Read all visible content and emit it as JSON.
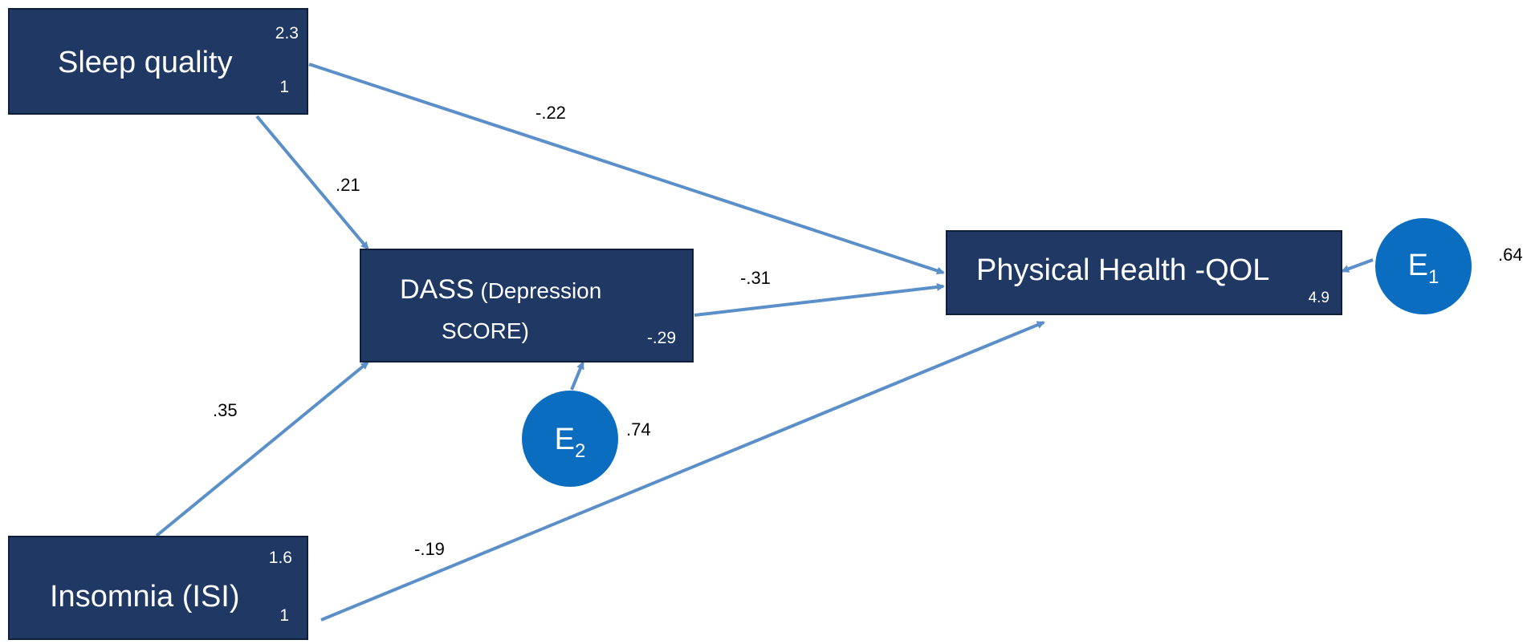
{
  "nodes": {
    "sleep_quality": {
      "label": "Sleep quality",
      "top_value": "2.3",
      "bottom_value": "1"
    },
    "insomnia": {
      "label": "Insomnia (ISI)",
      "top_value": "1.6",
      "bottom_value": "1"
    },
    "dass": {
      "label_line1_main": "DASS",
      "label_line1_sub": " (Depression",
      "label_line2": "SCORE)",
      "value": "-.29"
    },
    "physical_health": {
      "label": "Physical Health -QOL",
      "value": "4.9"
    }
  },
  "errors": {
    "e1": {
      "letter": "E",
      "subscript": "1",
      "variance": ".64"
    },
    "e2": {
      "letter": "E",
      "subscript": "2",
      "variance": ".74"
    }
  },
  "paths": {
    "sleep_to_dass": ".21",
    "sleep_to_physical": "-.22",
    "dass_to_physical": "-.31",
    "insomnia_to_dass": ".35",
    "insomnia_to_physical": "-.19"
  },
  "colors": {
    "node_fill": "#1f3864",
    "error_fill": "#0b6dbf",
    "arrow": "#5b8fc9"
  }
}
